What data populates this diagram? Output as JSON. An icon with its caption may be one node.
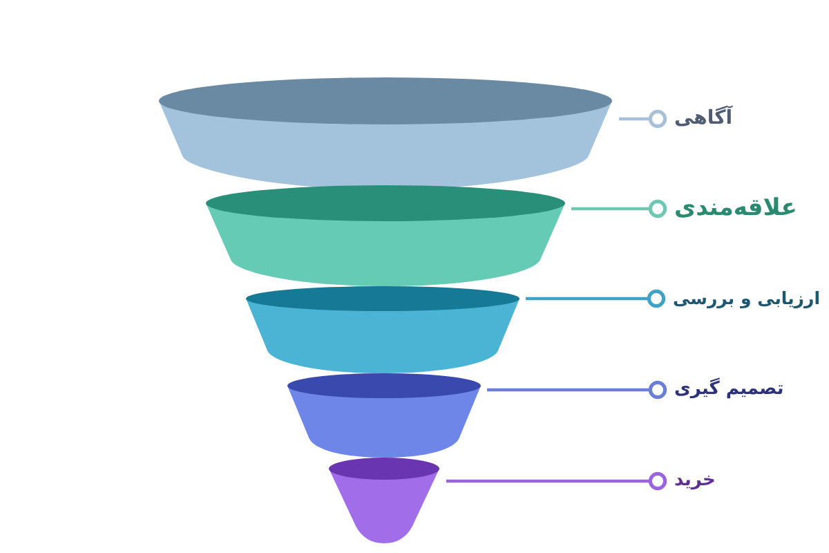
{
  "diagram": {
    "nodes": [
      {
        "text": [],
        "shape": "cone"
      },
      {
        "text": [],
        "shape": "cone"
      },
      {
        "text": [],
        "shape": "cone"
      },
      {
        "text": [],
        "shape": "cone"
      },
      {
        "text": [],
        "shape": "cone"
      },
      {
        "text": [
          "آگاهی"
        ]
      },
      {
        "text": [
          "علاقه‌مندی"
        ]
      },
      {
        "text": [
          "ارزیابی و بررسی"
        ]
      },
      {
        "text": [
          "تصمیم گیری"
        ]
      },
      {
        "text": [
          "خرید"
        ]
      }
    ],
    "edges": [
      {
        "from": 5,
        "to": 0,
        "arrow": "other",
        "color": "#a9c1d6"
      },
      {
        "from": 6,
        "to": 1,
        "arrow": "other",
        "color": "#6dc8b2"
      },
      {
        "from": 7,
        "to": 2,
        "arrow": "other",
        "color": "#3ea3c4"
      },
      {
        "from": 8,
        "to": 3,
        "arrow": "other",
        "color": "#6c7fd8"
      },
      {
        "from": 9,
        "to": 4,
        "arrow": "other",
        "color": "#9a64de"
      }
    ]
  }
}
